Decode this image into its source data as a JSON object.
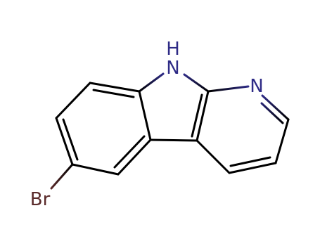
{
  "colors": {
    "background": "#ffffff",
    "carbon_bond": "#000000",
    "nitrogen": "#2e2b86",
    "bromine": "#5a2a2a"
  },
  "atoms": {
    "n_top": "N",
    "n_top_h": "H",
    "n_right": "N",
    "br": "Br"
  }
}
